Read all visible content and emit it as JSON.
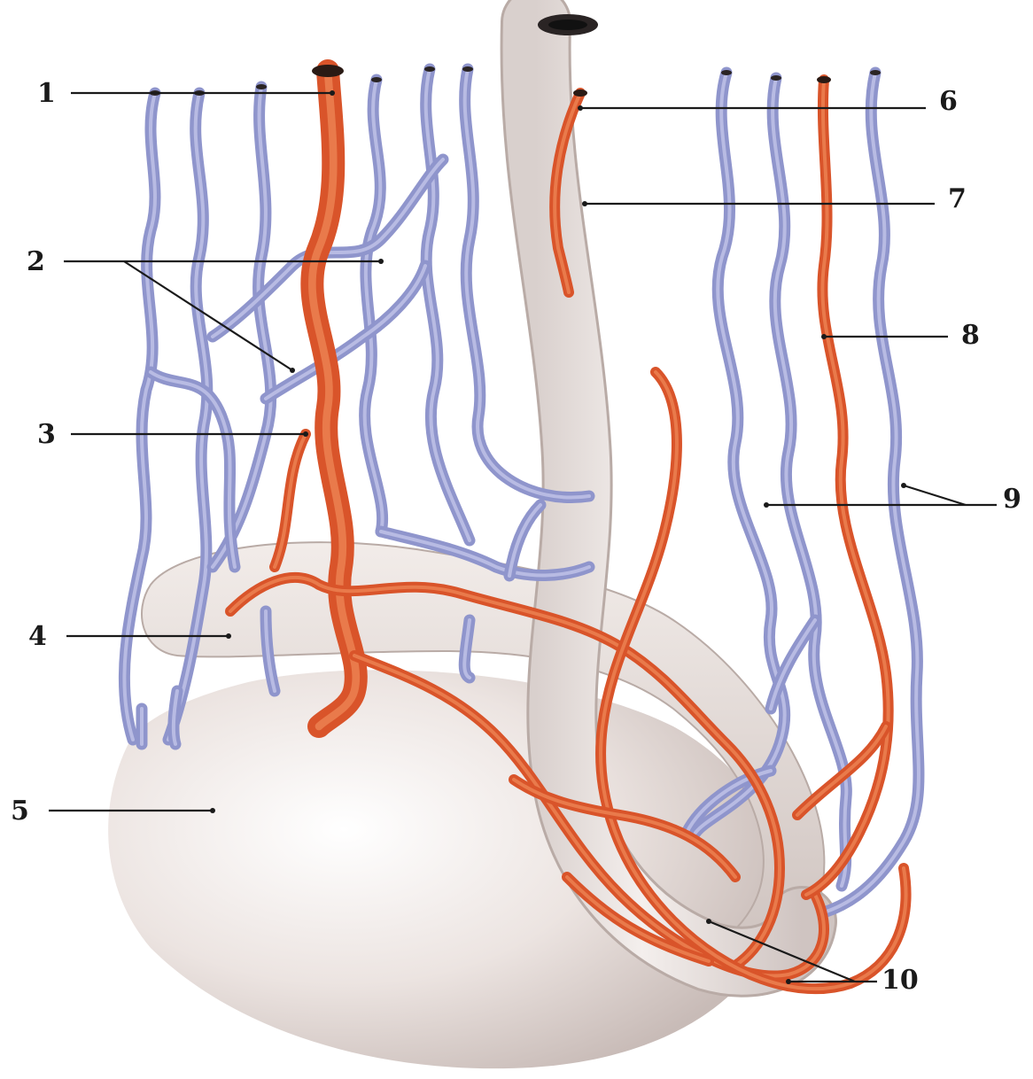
{
  "colors": {
    "vein": "#8f95cc",
    "vein_highlight": "#c9ccec",
    "artery": "#d9542a",
    "artery_highlight": "#f08a5a",
    "organ": "#e8dfdc",
    "organ_shadow": "#c9bcb8",
    "label": "#1a1a1a"
  },
  "labels": [
    {
      "id": "1",
      "text": "1"
    },
    {
      "id": "2",
      "text": "2"
    },
    {
      "id": "3",
      "text": "3"
    },
    {
      "id": "4",
      "text": "4"
    },
    {
      "id": "5",
      "text": "5"
    },
    {
      "id": "6",
      "text": "6"
    },
    {
      "id": "7",
      "text": "7"
    },
    {
      "id": "8",
      "text": "8"
    },
    {
      "id": "9",
      "text": "9"
    },
    {
      "id": "10",
      "text": "10"
    }
  ]
}
